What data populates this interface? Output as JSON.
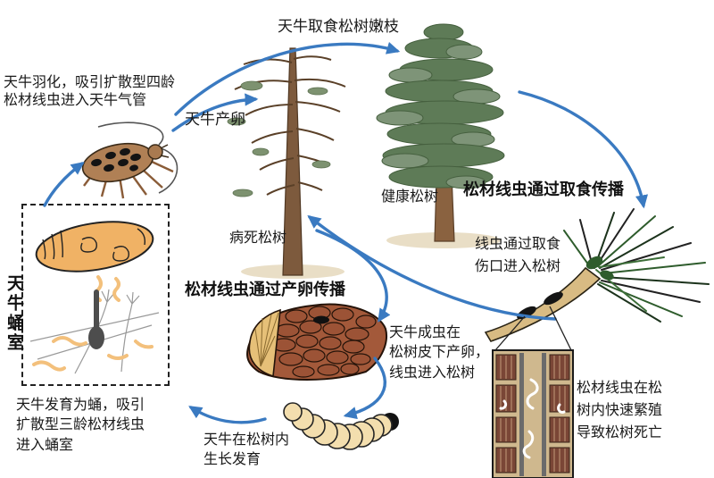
{
  "diagram": {
    "title_implicit": "松材线虫与天牛传播循环示意图",
    "arrow_color": "#3a7ac1",
    "labels": {
      "beetle_emergence": "天牛羽化，吸引扩散型四龄\n松材线虫进入天牛气管",
      "beetle_feeding": "天牛取食松树嫩枝",
      "beetle_oviposition": "天牛产卵",
      "healthy_pine": "健康松树",
      "dead_pine": "病死松树",
      "heading_feeding_spread": "松材线虫通过取食传播",
      "wound_entry": "线虫通过取食\n伤口进入松树",
      "heading_oviposition_spread": "松材线虫通过产卵传播",
      "bark_oviposition": "天牛成虫在\n松树皮下产卵，\n线虫进入松树",
      "nematode_multiply": "松材线虫在松\n树内快速繁殖\n导致松树死亡",
      "pupal_chamber": "天牛蛹室",
      "pupa_development": "天牛发育为蛹，吸引\n扩散型三龄松材线虫\n进入蛹室",
      "larva_growth": "天牛在松树内\n生长发育"
    }
  }
}
